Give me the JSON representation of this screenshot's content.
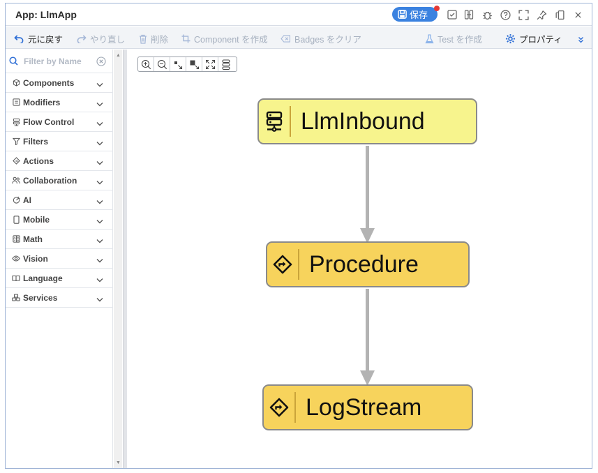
{
  "window": {
    "title": "App: LlmApp",
    "save_label": "保存"
  },
  "title_icons": [
    "check-square-icon",
    "compare-icon",
    "bug-icon",
    "help-icon",
    "fullscreen-icon",
    "pin-icon",
    "popout-icon",
    "close-icon"
  ],
  "toolbar": {
    "undo": "元に戻す",
    "redo": "やり直し",
    "delete": "削除",
    "create_component": "Component を作成",
    "clear_badges": "Badges をクリア",
    "create_test": "Test を作成",
    "properties": "プロパティ"
  },
  "sidebar": {
    "filter_placeholder": "Filter by Name",
    "categories": [
      {
        "label": "Components",
        "icon": "cube-icon"
      },
      {
        "label": "Modifiers",
        "icon": "modifier-icon"
      },
      {
        "label": "Flow Control",
        "icon": "flow-icon"
      },
      {
        "label": "Filters",
        "icon": "filter-icon"
      },
      {
        "label": "Actions",
        "icon": "diamond-icon"
      },
      {
        "label": "Collaboration",
        "icon": "users-icon"
      },
      {
        "label": "AI",
        "icon": "ai-icon"
      },
      {
        "label": "Mobile",
        "icon": "mobile-icon"
      },
      {
        "label": "Math",
        "icon": "calculator-icon"
      },
      {
        "label": "Vision",
        "icon": "eye-icon"
      },
      {
        "label": "Language",
        "icon": "book-icon"
      },
      {
        "label": "Services",
        "icon": "services-icon"
      }
    ]
  },
  "zoom_tools": [
    "zoom-in-icon",
    "zoom-out-icon",
    "shrink-icon",
    "expand-icon",
    "fit-icon",
    "layout-icon"
  ],
  "flow": {
    "nodes": [
      {
        "label": "LlmInbound",
        "icon": "server-icon",
        "color": "#f7f48d"
      },
      {
        "label": "Procedure",
        "icon": "route-diamond-icon",
        "color": "#f7d35c"
      },
      {
        "label": "LogStream",
        "icon": "route-diamond-icon",
        "color": "#f7d35c"
      }
    ]
  },
  "colors": {
    "accent": "#3b82e0",
    "notify_dot": "#e53935",
    "edge": "#b3b3b3"
  }
}
